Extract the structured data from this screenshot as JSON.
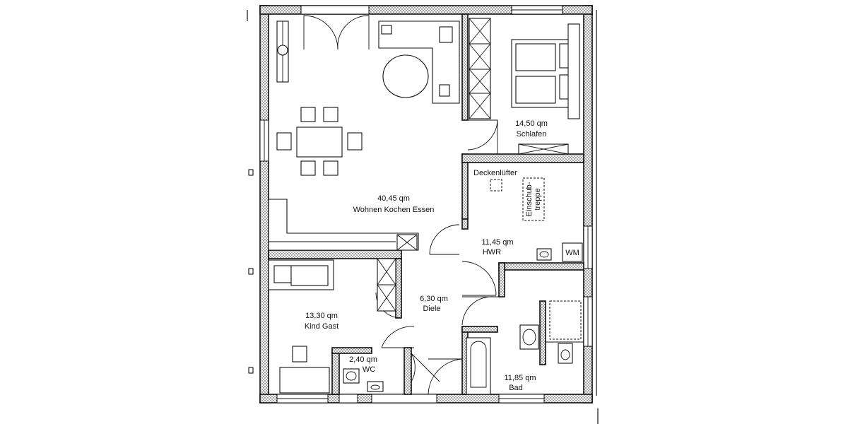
{
  "rooms": {
    "living": {
      "area": "40,45 qm",
      "name": "Wohnen Kochen Essen"
    },
    "bedroom": {
      "area": "14,50 qm",
      "name": "Schlafen"
    },
    "utility": {
      "area": "11,45 qm",
      "name": "HWR",
      "ceiling_fan": "Deckenlüfter",
      "attic_stair_1": "Einschub-",
      "attic_stair_2": "treppe",
      "washer": "WM"
    },
    "guest": {
      "area": "13,30 qm",
      "name": "Kind Gast"
    },
    "hall": {
      "area": "6,30 qm",
      "name": "Diele"
    },
    "wc": {
      "area": "2,40 qm",
      "name": "WC"
    },
    "bath": {
      "area": "11,85 qm",
      "name": "Bad"
    }
  }
}
